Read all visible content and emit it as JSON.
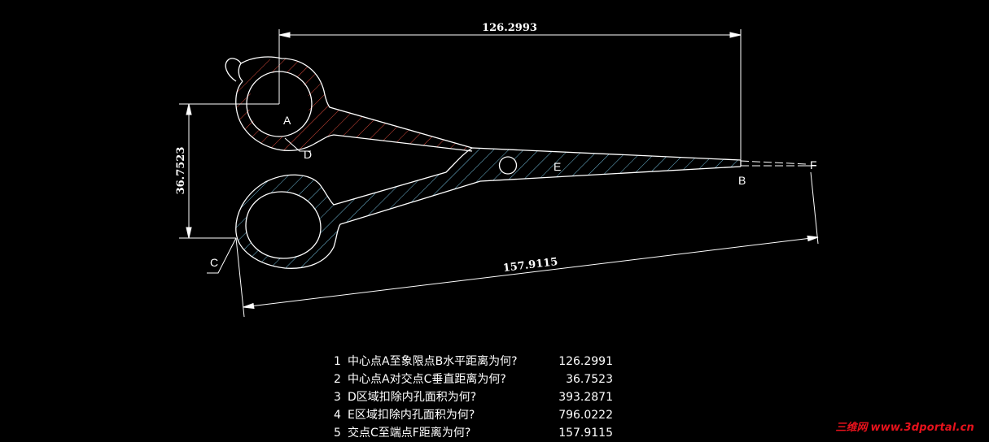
{
  "dimensions": {
    "horizontal": "126.2993",
    "vertical": "36.7523",
    "aligned": "157.9115"
  },
  "points": {
    "a": "A",
    "b": "B",
    "c": "C",
    "d": "D",
    "e": "E",
    "f": "F"
  },
  "questions": [
    {
      "num": "1",
      "text": "中心点A至象限点B水平距离为何?",
      "value": "126.2991"
    },
    {
      "num": "2",
      "text": "中心点A对交点C垂直距离为何?",
      "value": "36.7523"
    },
    {
      "num": "3",
      "text": "D区域扣除内孔面积为何?",
      "value": "393.2871"
    },
    {
      "num": "4",
      "text": "E区域扣除内孔面积为何?",
      "value": "796.0222"
    },
    {
      "num": "5",
      "text": "交点C至端点F距离为何?",
      "value": "157.9115"
    }
  ],
  "watermark": {
    "cn": "三维网",
    "en": "www.3dportal.cn"
  },
  "colors": {
    "background": "#000000",
    "lines": "#ffffff",
    "hatch_red": "#d94a3c",
    "hatch_cyan": "#6fb9d6",
    "watermark": "#e8121c"
  }
}
